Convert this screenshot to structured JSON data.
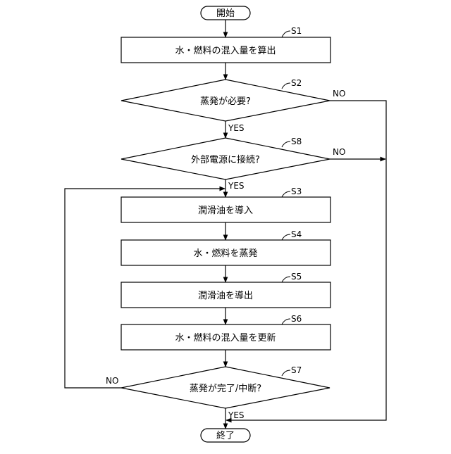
{
  "flowchart": {
    "start": "開始",
    "end": "終了",
    "steps": {
      "s1": {
        "id": "S1",
        "text": "水・燃料の混入量を算出"
      },
      "s2": {
        "id": "S2",
        "text": "蒸発が必要?"
      },
      "s8": {
        "id": "S8",
        "text": "外部電源に接続?"
      },
      "s3": {
        "id": "S3",
        "text": "潤滑油を導入"
      },
      "s4": {
        "id": "S4",
        "text": "水・燃料を蒸発"
      },
      "s5": {
        "id": "S5",
        "text": "潤滑油を導出"
      },
      "s6": {
        "id": "S6",
        "text": "水・燃料の混入量を更新"
      },
      "s7": {
        "id": "S7",
        "text": "蒸発が完了/中断?"
      }
    },
    "labels": {
      "s2_yes": "YES",
      "s2_no": "NO",
      "s8_yes": "YES",
      "s8_no": "NO",
      "s7_yes": "YES",
      "s7_no": "NO"
    }
  }
}
